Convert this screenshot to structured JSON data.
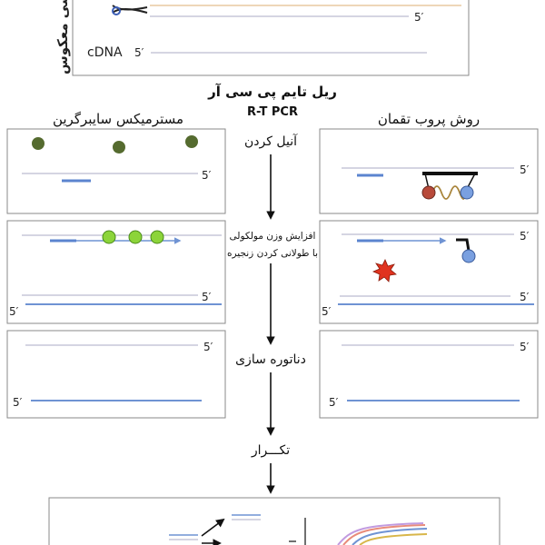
{
  "top_panel": {
    "side_label": "رونویسی معکوس",
    "cdna_label": "cDNA",
    "prime_label": "5′"
  },
  "title": "ریل تایم پی سی آر",
  "subtitle": "R-T PCR",
  "left_header": "مسترمیکس سایبرگرین",
  "right_header": "روش پروب تقمان",
  "prime_label": "5′",
  "steps": {
    "anneal": "آنیل کردن",
    "extend_line1": "افزایش وزن مولکولی",
    "extend_line2": "با طولانی کردن زنجیره",
    "denature": "دناتوره سازی",
    "repeat": "تکـــرار"
  },
  "colors": {
    "template_strand": "#c7c7d9",
    "product_strand": "#6f93d3",
    "primer": "#5b84cf",
    "sybr_unbound": "#556b2f",
    "sybr_bound": "#8cd43a",
    "probe_quencher": "#b84a3a",
    "probe_reporter": "#7aa0e0",
    "probe_linker": "#a8843a",
    "fluorescence_star": "#e0331f",
    "curves": [
      "#e88b7a",
      "#c19be0",
      "#6f93d3",
      "#d8b64a"
    ]
  },
  "icons": {
    "scissors": "scissors-icon",
    "arrow": "arrow-down-icon",
    "star": "fluorescence-star-icon"
  }
}
